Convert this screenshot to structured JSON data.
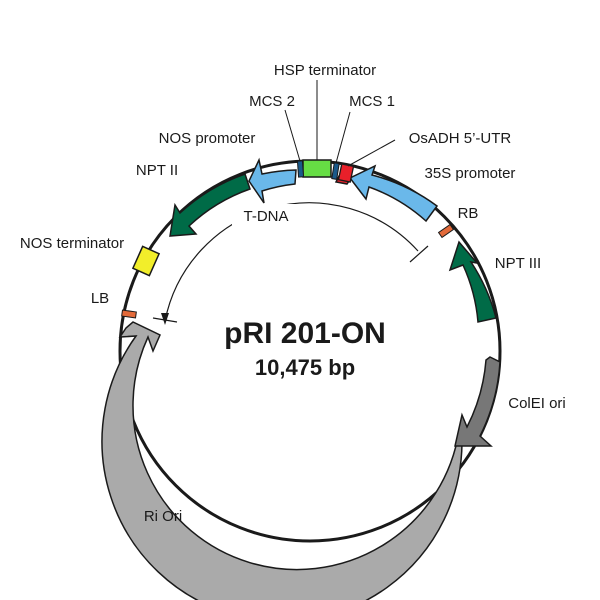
{
  "plasmid": {
    "name": "pRI 201-ON",
    "size": "10,475 bp"
  },
  "region": {
    "label": "T-DNA"
  },
  "features": [
    {
      "id": "hsp-terminator",
      "label": "HSP terminator",
      "color": "#66dd44"
    },
    {
      "id": "mcs-2",
      "label": "MCS 2",
      "color": "#1a5a8a"
    },
    {
      "id": "mcs-1",
      "label": "MCS 1",
      "color": "#1a5a8a"
    },
    {
      "id": "osadh-5utr",
      "label": "OsADH 5’-UTR",
      "color": "#e8202a"
    },
    {
      "id": "35s-promoter",
      "label": "35S promoter",
      "color": "#6ab8ea"
    },
    {
      "id": "nos-promoter",
      "label": "NOS promoter",
      "color": "#6ab8ea"
    },
    {
      "id": "npt-ii",
      "label": "NPT II",
      "color": "#006b47"
    },
    {
      "id": "nos-terminator",
      "label": "NOS terminator",
      "color": "#f2ee2a"
    },
    {
      "id": "lb",
      "label": "LB",
      "color": "#e36a3a"
    },
    {
      "id": "rb",
      "label": "RB",
      "color": "#e36a3a"
    },
    {
      "id": "npt-iii",
      "label": "NPT III",
      "color": "#006b47"
    },
    {
      "id": "colei-ori",
      "label": "ColEI ori",
      "color": "#777777"
    },
    {
      "id": "ri-ori",
      "label": "Ri Ori",
      "color": "#aaaaaa"
    }
  ],
  "colors": {
    "backbone": "#1a1a1a",
    "outline": "#1a1a1a"
  }
}
